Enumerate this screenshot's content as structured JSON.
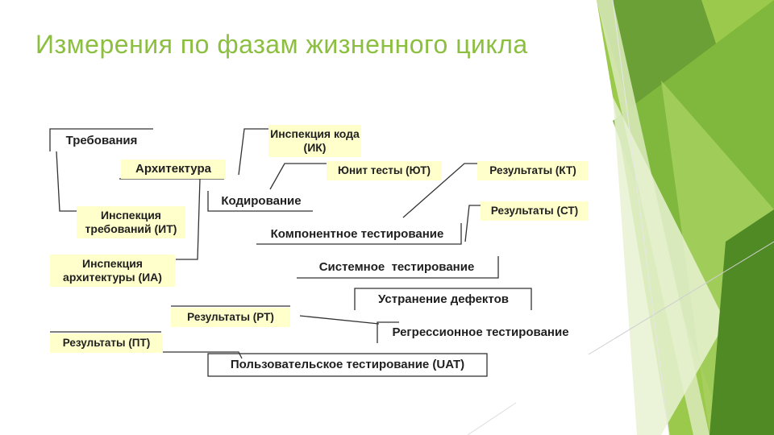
{
  "slide": {
    "title": "Измерения по фазам жизненного цикла"
  },
  "diagram": {
    "requirements": "Требования",
    "architecture": "Архитектура",
    "coding": "Кодирование",
    "inspection_requirements": "Инспекция требований (ИТ)",
    "inspection_architecture": "Инспекция архитектуры (ИА)",
    "inspection_code": "Инспекция кода (ИК)",
    "unit_tests": "Юнит тесты (ЮТ)",
    "results_kt": "Результаты (КТ)",
    "results_st": "Результаты (СТ)",
    "component_testing": "Компонентное тестирование",
    "system_testing": "Системное  тестирование",
    "defect_fixing": "Устранение дефектов",
    "regression_testing": "Регрессионное тестирование",
    "results_rt": "Результаты (РТ)",
    "results_pt": "Результаты (ПТ)",
    "uat": "Пользовательское тестирование (UAT)"
  },
  "colors": {
    "accent_green": "#8cbf3f",
    "dark_green": "#5a8f2a",
    "highlight_yellow": "#ffffcc",
    "line": "#333333"
  }
}
